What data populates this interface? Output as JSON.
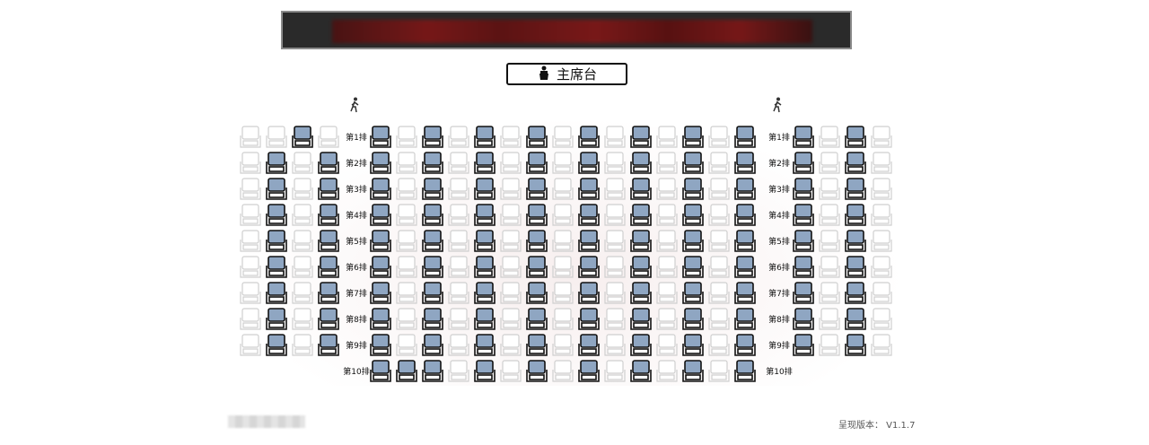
{
  "podium": {
    "label": "主席台",
    "icon": "podium-icon"
  },
  "entrance_icon": "walking-person-icon",
  "row_labels": [
    "第1排",
    "第2排",
    "第3排",
    "第4排",
    "第5排",
    "第6排",
    "第7排",
    "第8排",
    "第9排",
    "第10排"
  ],
  "footer": {
    "version": "呈现版本： V1.1.7"
  },
  "colors": {
    "banner_bg": "#2a2a2a",
    "banner_text": "#7a1717",
    "seat_occupied": "#8fa6c2",
    "seat_outline_dark": "#111111",
    "seat_outline_light": "#cfcfcf"
  },
  "seating": {
    "left_section_occupied": [
      [
        2
      ],
      [
        1,
        3
      ],
      [
        1,
        3
      ],
      [
        1,
        3
      ],
      [
        1,
        3
      ],
      [
        1,
        3
      ],
      [
        1,
        3
      ],
      [
        1,
        3
      ],
      [
        1,
        3
      ],
      []
    ],
    "middle_section_occupied": [
      [
        0,
        2,
        4,
        6,
        8,
        10,
        12,
        14
      ],
      [
        0,
        2,
        4,
        6,
        8,
        10,
        12,
        14
      ],
      [
        0,
        2,
        4,
        6,
        8,
        10,
        12,
        14
      ],
      [
        0,
        2,
        4,
        6,
        8,
        10,
        12,
        14
      ],
      [
        0,
        2,
        4,
        6,
        8,
        10,
        12,
        14
      ],
      [
        0,
        2,
        4,
        6,
        8,
        10,
        12,
        14
      ],
      [
        0,
        2,
        4,
        6,
        8,
        10,
        12,
        14
      ],
      [
        0,
        2,
        4,
        6,
        8,
        10,
        12,
        14
      ],
      [
        0,
        2,
        4,
        6,
        8,
        10,
        12,
        14
      ],
      [
        0,
        1,
        2,
        4,
        6,
        8,
        10,
        12,
        14
      ]
    ],
    "right_section_occupied": [
      [
        0,
        2
      ],
      [
        0,
        2
      ],
      [
        0,
        2
      ],
      [
        0,
        2
      ],
      [
        0,
        2
      ],
      [
        0,
        2
      ],
      [
        0,
        2
      ],
      [
        0,
        2
      ],
      [
        0,
        2
      ],
      []
    ]
  }
}
